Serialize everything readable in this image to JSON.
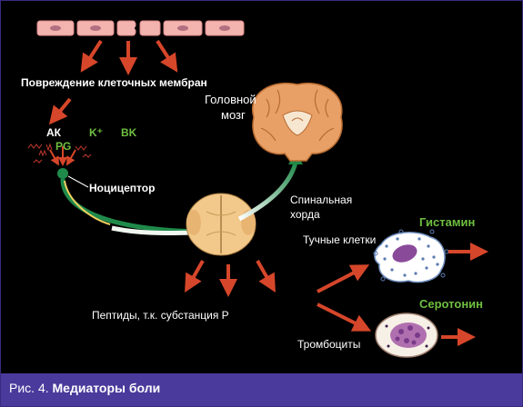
{
  "caption": {
    "prefix": "Рис. 4.",
    "title": "Медиаторы боли"
  },
  "labels": {
    "membrane_damage": "Повреждение клеточных мембран",
    "ak": "АК",
    "k_plus": "K⁺",
    "bk": "BK",
    "pg": "PG",
    "nociceptor": "Ноцицептор",
    "brain_line1": "Головной",
    "brain_line2": "мозг",
    "cord_line1": "Спинальная",
    "cord_line2": "хорда",
    "mast_cells": "Тучные клетки",
    "histamine": "Гистамин",
    "serotonin": "Серотонин",
    "peptides": "Пептиды, т.к. субстанция Р",
    "platelets": "Тромбоциты"
  },
  "colors": {
    "arrow": "#d6462a",
    "green_text": "#6fbf40",
    "nerve": "#1f8a4a",
    "cord": "#f2c98a",
    "brain": "#e8a066",
    "membrane_cell": "#f3b4b0",
    "caption_bg": "#4a3a9c"
  }
}
